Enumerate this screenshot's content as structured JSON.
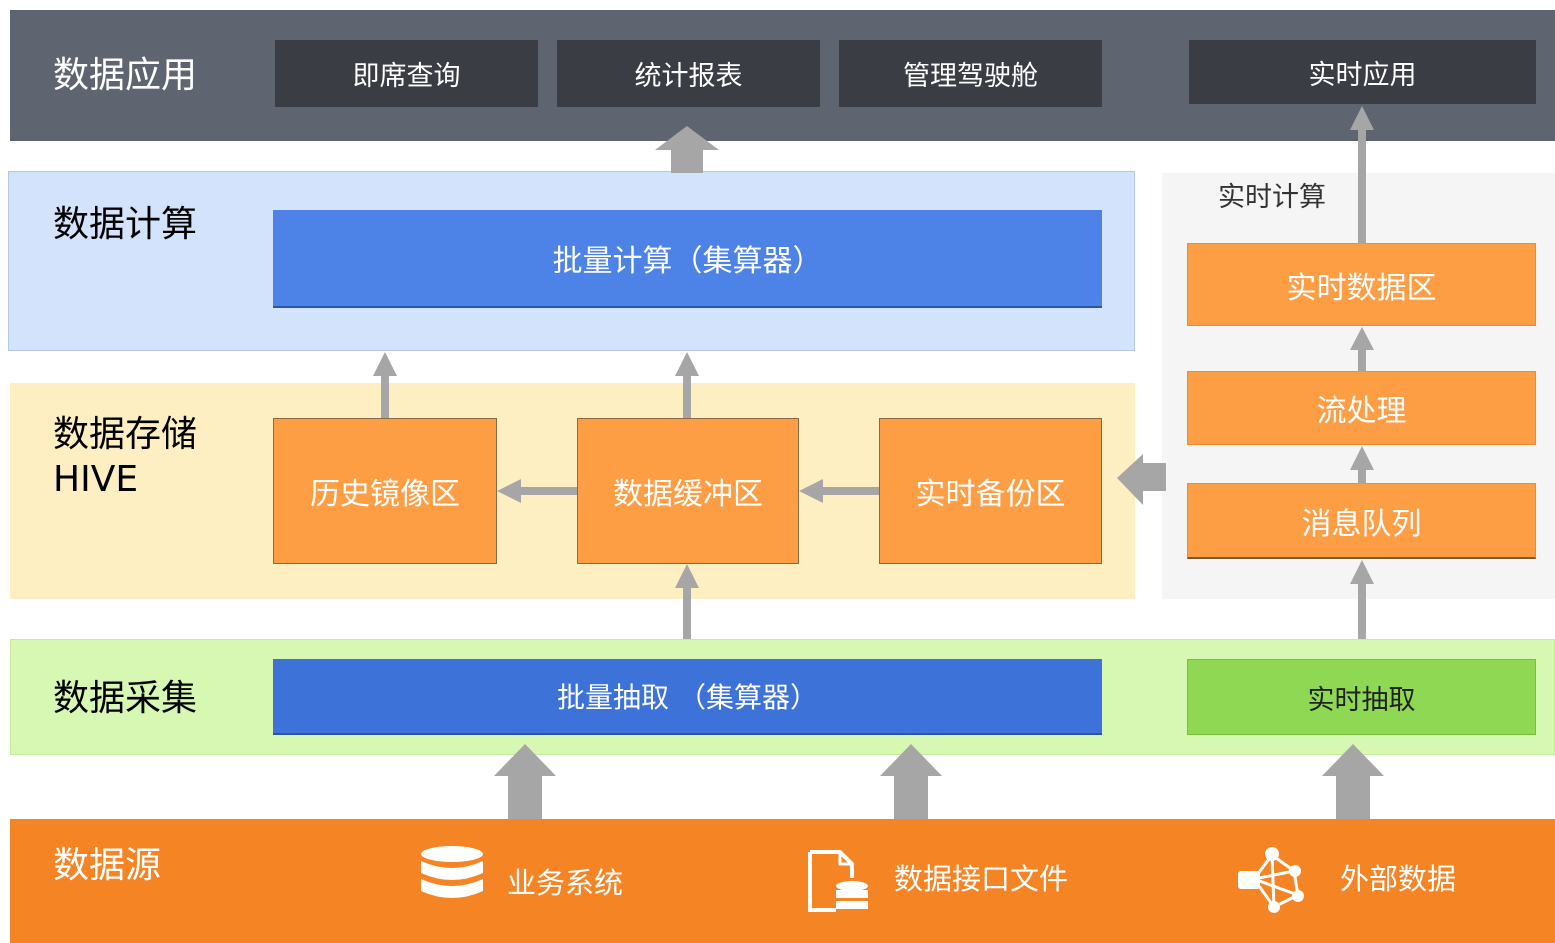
{
  "application": {
    "title": "数据应用",
    "items": [
      "即席查询",
      "统计报表",
      "管理驾驶舱"
    ],
    "realtime_item": "实时应用"
  },
  "compute": {
    "title": "数据计算",
    "batch": "批量计算（集算器）"
  },
  "realtime": {
    "title": "实时计算",
    "data_zone": "实时数据区",
    "stream": "流处理",
    "queue": "消息队列"
  },
  "storage": {
    "title_line1": "数据存储",
    "title_line2": "HIVE",
    "history": "历史镜像区",
    "buffer": "数据缓冲区",
    "backup": "实时备份区"
  },
  "collection": {
    "title": "数据采集",
    "batch": "批量抽取 （集算器）",
    "realtime": "实时抽取"
  },
  "sources": {
    "title": "数据源",
    "items": [
      {
        "label": "业务系统",
        "icon": "database-icon"
      },
      {
        "label": "数据接口文件",
        "icon": "file-database-icon"
      },
      {
        "label": "外部数据",
        "icon": "network-icon"
      }
    ]
  },
  "colors": {
    "app_band": "#5f6570",
    "dark_button": "#3a3d44",
    "compute_band": "#d2e3fb",
    "blue_bar": "#3d73d9",
    "storage_band": "#fdefc2",
    "orange_box": "#fd9d44",
    "collect_band": "#d6f8b3",
    "green_box": "#8fd853",
    "source_band": "#f48424",
    "arrow": "#a6a6a6"
  }
}
